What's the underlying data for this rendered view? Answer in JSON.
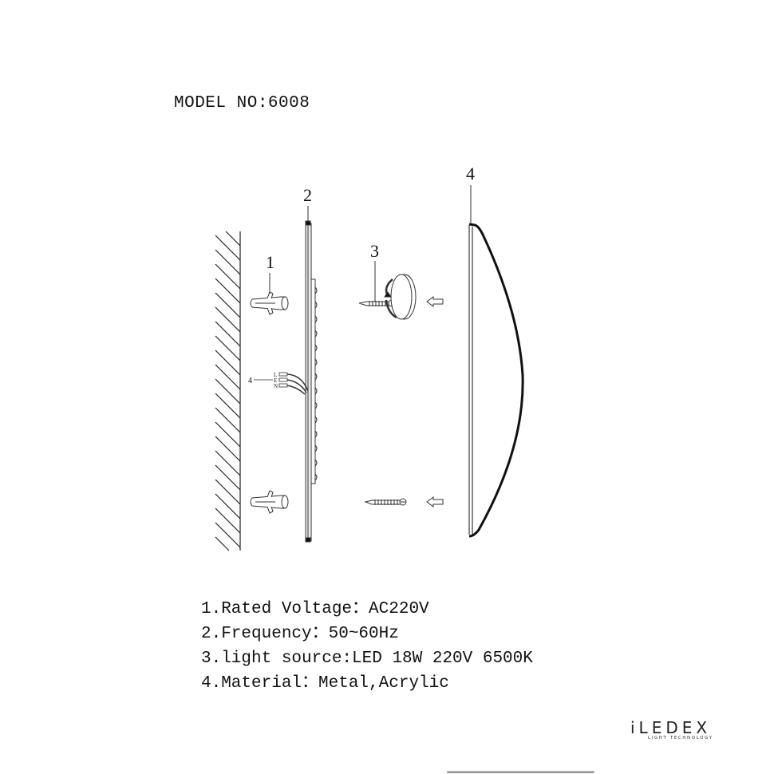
{
  "header": {
    "model_label": "MODEL NO:6008"
  },
  "diagram": {
    "callouts": [
      {
        "number": "1",
        "part": "wall anchor"
      },
      {
        "number": "2",
        "part": "mounting plate with LED strip"
      },
      {
        "number": "3",
        "part": "screw with rotating cap"
      },
      {
        "number": "4",
        "part": "acrylic lamp shade"
      },
      {
        "number": "4",
        "part": "wiring terminal"
      }
    ],
    "terminal_labels": [
      "L",
      "E",
      "N"
    ]
  },
  "specs": {
    "items": [
      "1.Rated Voltage：AC220V",
      "2.Frequency：50~60Hz",
      "3.light source:LED 18W 220V 6500K",
      "4.Material：Metal,Acrylic"
    ]
  },
  "brand": {
    "name": "iLEDEX",
    "tagline": "LIGHT TECHNOLOGY"
  }
}
